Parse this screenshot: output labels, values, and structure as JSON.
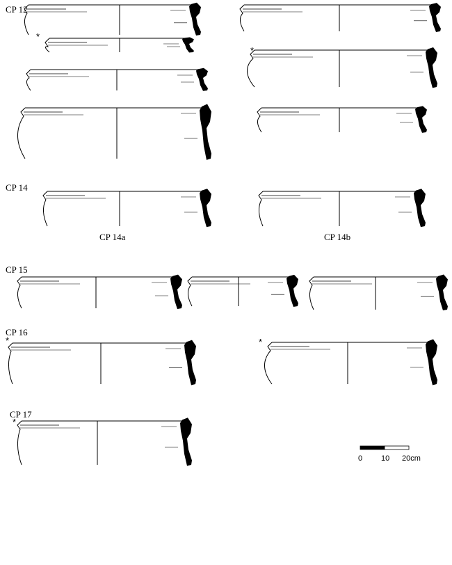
{
  "groups": {
    "cp12": "CP 12",
    "cp14": "CP 14",
    "cp14a": "CP 14a",
    "cp14b": "CP 14b",
    "cp15": "CP 15",
    "cp16": "CP 16",
    "cp17": "CP 17"
  },
  "marker": "*",
  "scale_bar": {
    "tick_0": "0",
    "tick_10": "10",
    "tick_20": "20cm",
    "colors": [
      "#000000",
      "#ffffff"
    ]
  }
}
